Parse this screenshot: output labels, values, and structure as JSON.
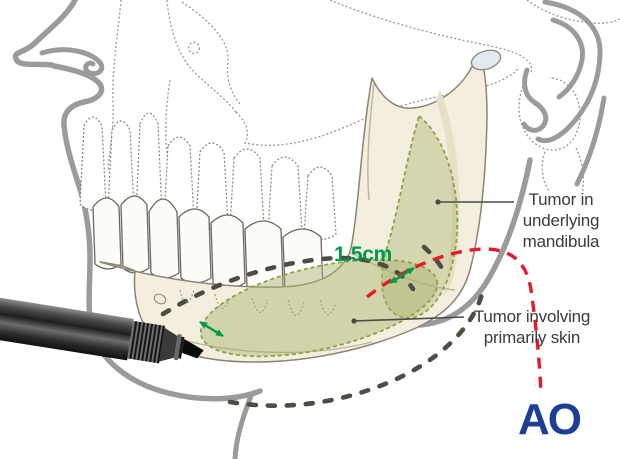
{
  "annotations": {
    "mandibula_label": "Tumor in\nunderlying\nmandibula",
    "skin_label": "Tumor involving\nprimarily skin",
    "margin_value": "1.5cm"
  },
  "logo": {
    "text": "AO"
  },
  "colors": {
    "margin_green": "#009a49",
    "incision_red": "#e51b2b",
    "bone_fill": "#f3eedd",
    "tumor_green": "#a8ac6c",
    "excision_marks": "#4d4d45",
    "label_text": "#3b3b3b",
    "logo_blue": "#1d3e94",
    "outline_gray": "#9b9b9b"
  }
}
